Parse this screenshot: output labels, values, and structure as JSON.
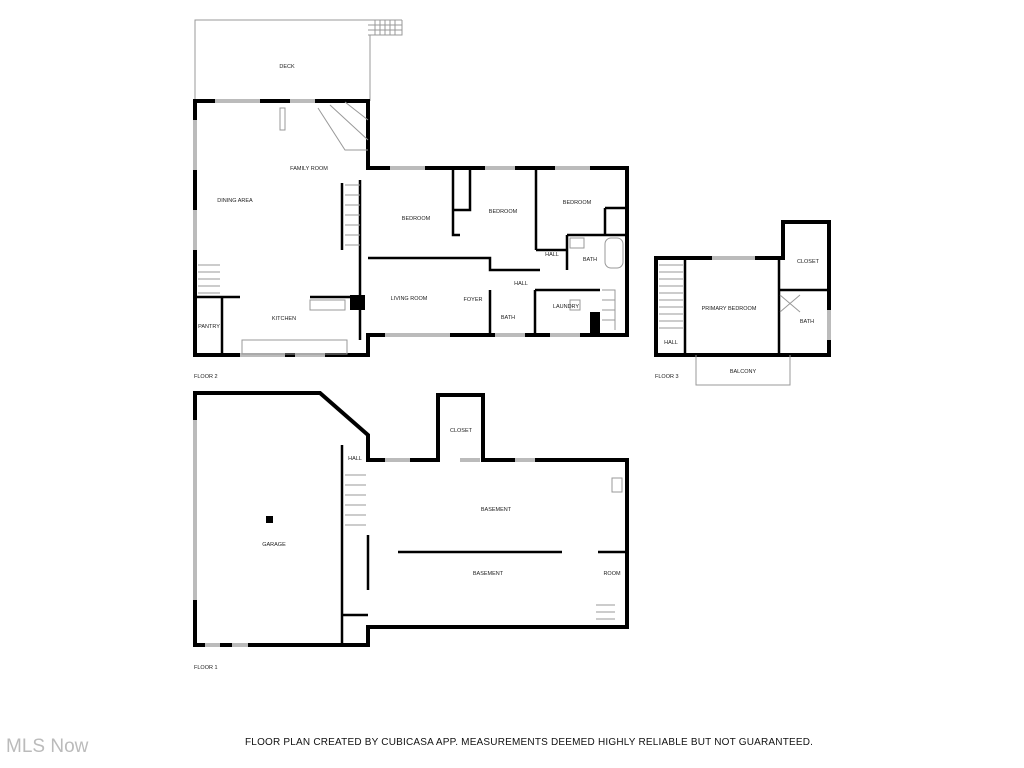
{
  "floors": {
    "floor2": {
      "label": "FLOOR 2",
      "rooms": {
        "deck": "DECK",
        "family_room": "FAMILY ROOM",
        "dining_area": "DINING AREA",
        "kitchen": "KITCHEN",
        "pantry": "PANTRY",
        "bedroom1": "BEDROOM",
        "bedroom2": "BEDROOM",
        "bedroom3": "BEDROOM",
        "hall1": "HALL",
        "hall2": "HALL",
        "bath1": "BATH",
        "bath2": "BATH",
        "living_room": "LIVING ROOM",
        "foyer": "FOYER",
        "laundry": "LAUNDRY"
      }
    },
    "floor3": {
      "label": "FLOOR 3",
      "rooms": {
        "primary_bedroom": "PRIMARY BEDROOM",
        "closet": "CLOSET",
        "bath": "BATH",
        "hall": "HALL",
        "balcony": "BALCONY"
      }
    },
    "floor1": {
      "label": "FLOOR 1",
      "rooms": {
        "garage": "GARAGE",
        "hall": "HALL",
        "closet": "CLOSET",
        "basement1": "BASEMENT",
        "basement2": "BASEMENT",
        "room": "ROOM"
      }
    }
  },
  "footer": {
    "disclaimer": "FLOOR PLAN CREATED BY CUBICASA APP. MEASUREMENTS DEEMED HIGHLY RELIABLE BUT NOT GUARANTEED."
  },
  "watermark": {
    "logo_text": "MLS Now"
  }
}
